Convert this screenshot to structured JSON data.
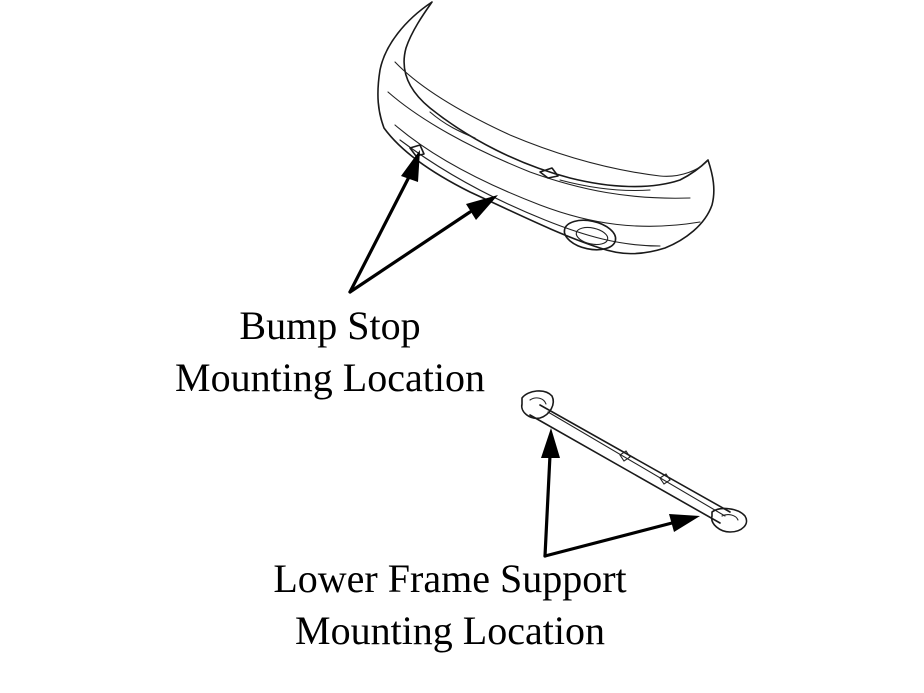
{
  "callouts": {
    "bump_stop": {
      "line1": "Bump Stop",
      "line2": "Mounting Location"
    },
    "lower_frame": {
      "line1": "Lower Frame Support",
      "line2": "Mounting Location"
    }
  },
  "colors": {
    "ink": "#000000",
    "background": "#ffffff"
  }
}
